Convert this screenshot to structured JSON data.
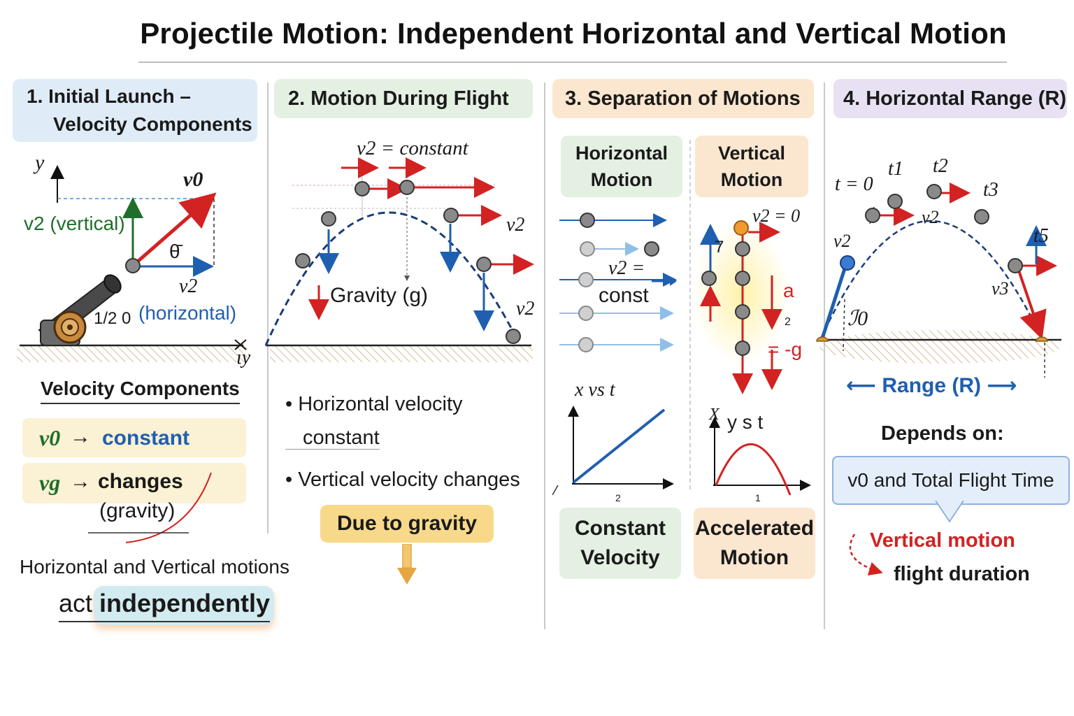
{
  "title": "Projectile Motion: Independent Horizontal and Vertical Motion",
  "colors": {
    "red": "#d32222",
    "blue": "#1f5fb0",
    "green": "#1f6e2a",
    "ground": "#d8c3a2",
    "ball": "#8a8a8a"
  },
  "panel1": {
    "header_line1": "1.  Initial Launch –",
    "header_line2": "Velocity Components",
    "axis_y": "y",
    "axis_y_bottom": "ιy",
    "v0_label": "v0",
    "vy_label": "v2 (vertical)",
    "theta_label": "θ̄",
    "vx_label": "v2",
    "horizontal_label": "(horizontal)",
    "half_label": "1/2 0",
    "section_title": "Velocity Components",
    "row1_sym": "v0",
    "row1_text": "constant",
    "row2_sym": "vg",
    "row2_text": "changes",
    "row2_sub": "(gravity)",
    "footer_line1": "Horizontal and Vertical motions",
    "footer_line2a": "act",
    "footer_line2b": "independently"
  },
  "panel2": {
    "header": "2.  Motion During Flight",
    "top_label": "v2 = constant",
    "v_label_1": "v2",
    "v_label_2": "v2",
    "gravity_label": "Gravity (g)",
    "bullet1_line1": "Horizontal velocity",
    "bullet1_line2": "constant",
    "bullet2": "Vertical velocity changes",
    "badge": "Due to gravity"
  },
  "panel3": {
    "header": "3.  Separation of Motions",
    "horizontal_title_1": "Horizontal",
    "horizontal_title_2": "Motion",
    "vertical_title_1": "Vertical",
    "vertical_title_2": "Motion",
    "v_const_1": "v2 =",
    "v_const_2": "const",
    "vy_zero": "v2 = 0",
    "seven": "7",
    "accel_a": "a",
    "accel_2": "2",
    "accel_g": "= -g",
    "graph1_title": "x vs t",
    "graph1_tick": "2",
    "graph2_title": "y s t",
    "graph2_axis": "X",
    "graph2_tick": "1",
    "bottom_left_1": "Constant",
    "bottom_left_2": "Velocity",
    "bottom_right_1": "Accelerated",
    "bottom_right_2": "Motion"
  },
  "panel4": {
    "header": "4.  Horizontal Range (R)",
    "t0": "t = 0",
    "t1": "t1",
    "t2": "t2",
    "t3": "t3",
    "t5": "t5",
    "v2_left": "v2",
    "v2_mid": "v2",
    "v3": "v3",
    "angle": "ℐ0",
    "range": "Range (R)",
    "depends_title": "Depends on:",
    "depends_box": "v0 and Total Flight Time",
    "note1": "Vertical motion",
    "note2": "flight duration"
  }
}
